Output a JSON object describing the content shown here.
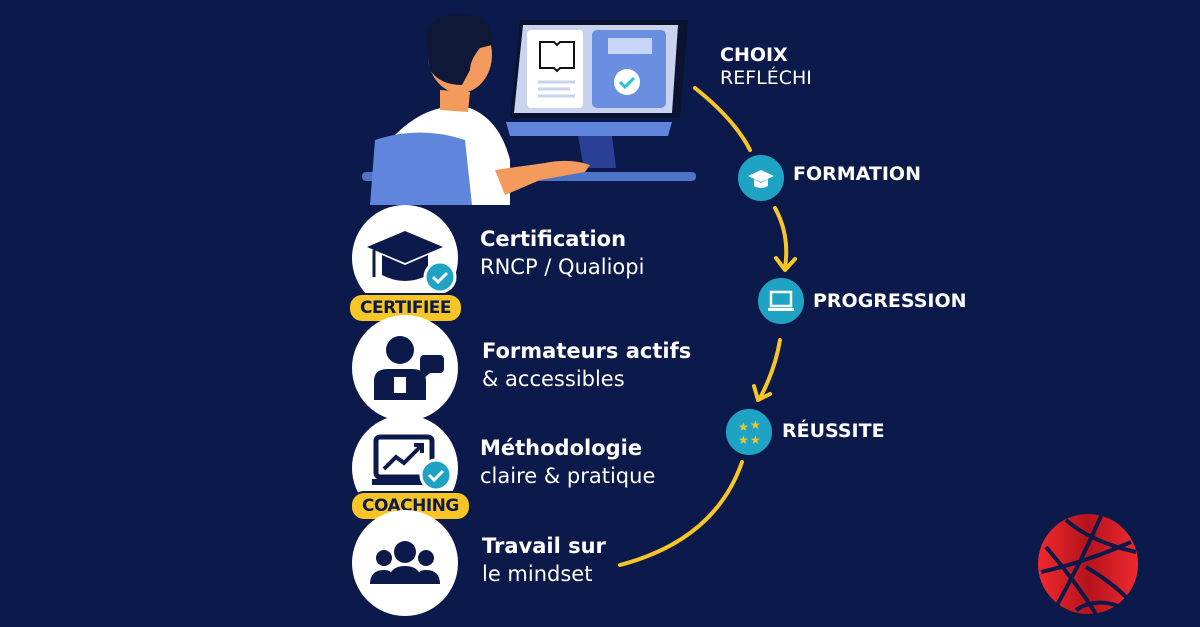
{
  "colors": {
    "background": "#0c1a4b",
    "accent_yellow": "#f7c526",
    "node_teal": "#1fa3c4",
    "logo_red": "#e0202a"
  },
  "features": [
    {
      "title": "Certification",
      "subtitle": "RNCP / Qualiopi",
      "icon": "graduation-cap-icon",
      "badge": "CERTIFIEE"
    },
    {
      "title": "Formateurs actifs",
      "subtitle": "& accessibles",
      "icon": "trainer-chat-icon"
    },
    {
      "title": "Méthodologie",
      "subtitle": "claire & pratique",
      "icon": "chart-monitor-icon",
      "badge": "COACHING"
    },
    {
      "title": "Travail sur",
      "subtitle": "le mindset",
      "icon": "group-icon"
    }
  ],
  "path": {
    "start_line1": "CHOIX",
    "start_line2": "REFLÉCHI",
    "steps": [
      {
        "label": "FORMATION",
        "icon": "graduation-cap-icon"
      },
      {
        "label": "PROGRESSION",
        "icon": "laptop-icon"
      },
      {
        "label": "RÉUSSITE",
        "icon": "stars-icon"
      }
    ]
  }
}
